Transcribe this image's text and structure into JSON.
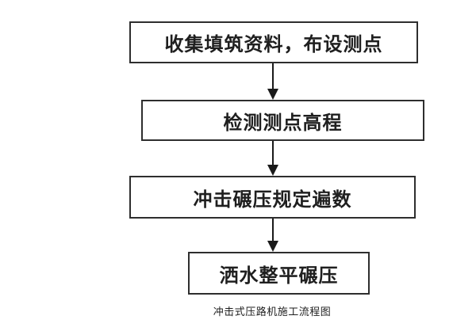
{
  "flowchart": {
    "caption": "冲击式压路机施工流程图",
    "steps": [
      {
        "label": "收集填筑资料，布设测点"
      },
      {
        "label": "检测测点高程"
      },
      {
        "label": "冲击碾压规定遍数"
      },
      {
        "label": "洒水整平碾压"
      }
    ],
    "colors": {
      "border": "#2e2e2e",
      "text": "#1f1f1f",
      "background": "#ffffff",
      "arrow": "#1a1a1a"
    }
  }
}
